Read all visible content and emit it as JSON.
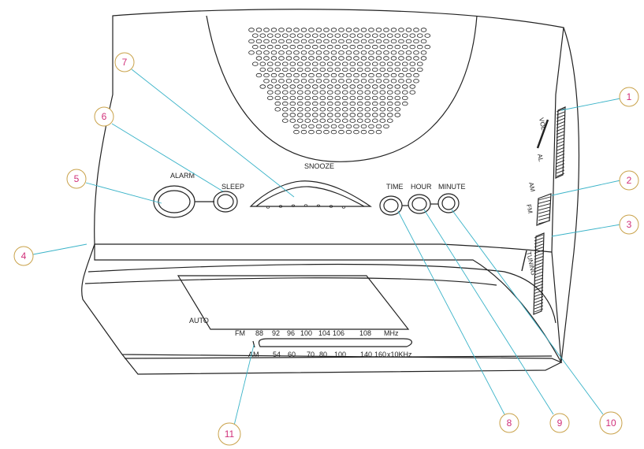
{
  "device": {
    "buttons": {
      "snooze": "SNOOZE",
      "alarm": "ALARM",
      "sleep": "SLEEP",
      "time": "TIME",
      "hour": "HOUR",
      "minute": "MINUTE"
    },
    "display": {
      "auto": "AUTO"
    },
    "dial": {
      "fm_label": "FM",
      "fm_ticks": [
        "88",
        "92",
        "96",
        "100",
        "104",
        "106",
        "108",
        "MHz"
      ],
      "am_label": "AM",
      "am_ticks": [
        "54",
        "60",
        "70",
        "80",
        "100",
        "140",
        "160",
        "x10KHz"
      ]
    },
    "side_controls": {
      "al": "AL",
      "vol": "VOL",
      "am": "AM",
      "fm": "FM",
      "tuning": "TUNING"
    }
  },
  "callouts": [
    "1",
    "2",
    "3",
    "4",
    "5",
    "6",
    "7",
    "8",
    "9",
    "10",
    "11"
  ]
}
